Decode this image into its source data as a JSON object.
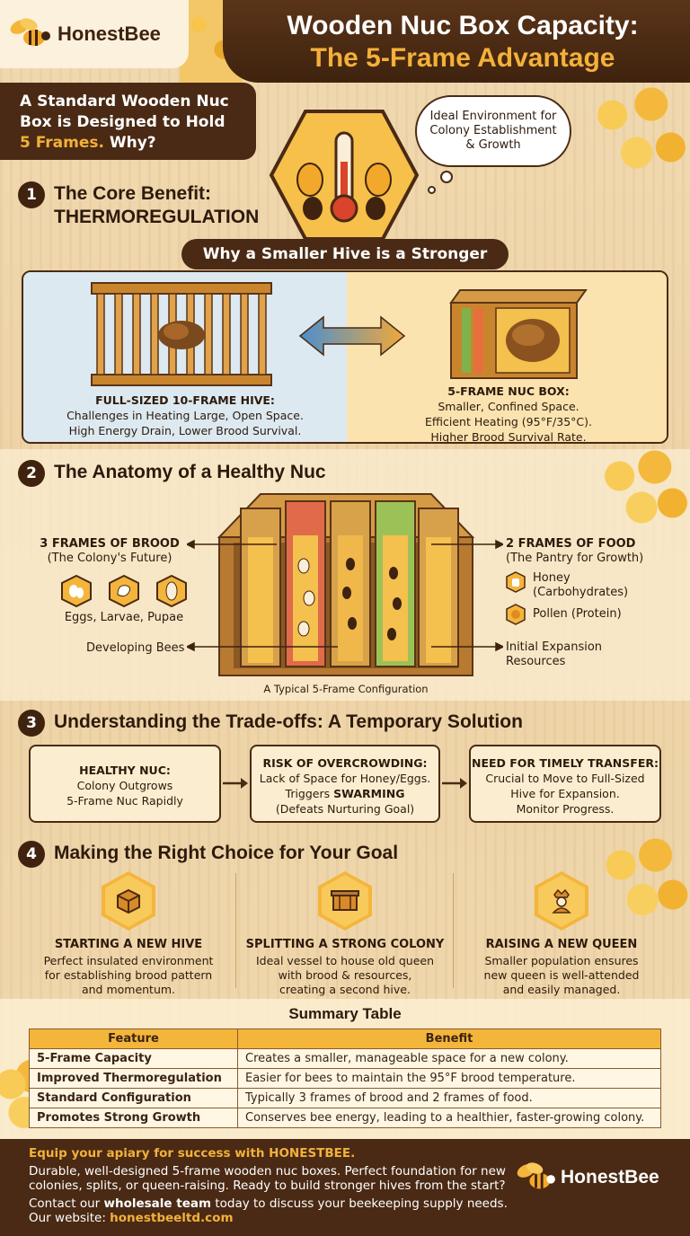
{
  "brand": {
    "name": "HonestBee"
  },
  "header": {
    "title_line1": "Wooden Nuc Box Capacity:",
    "title_line2": "The 5-Frame Advantage"
  },
  "intro": {
    "line1": "A Standard Wooden Nuc",
    "line2": "Box is Designed to Hold",
    "accent": "5 Frames.",
    "tail": " Why?"
  },
  "thought": {
    "line1": "Ideal Environment for",
    "line2": "Colony Establishment",
    "line3": "& Growth"
  },
  "section1": {
    "number": "1",
    "title_line1": "The Core Benefit:",
    "title_line2": "THERMOREGULATION",
    "pill": "Why a Smaller Hive is a Stronger Start",
    "left": {
      "head": "FULL-SIZED 10-FRAME HIVE:",
      "line1": "Challenges in Heating Large, Open Space.",
      "line2": "High Energy Drain, Lower Brood Survival."
    },
    "right": {
      "head": "5-FRAME NUC BOX:",
      "line1": "Smaller, Confined Space.",
      "line2": "Efficient Heating (95°F/35°C).",
      "line3": "Higher Brood Survival Rate."
    }
  },
  "section2": {
    "number": "2",
    "title": "The Anatomy of a Healthy Nuc",
    "brood_head": "3 FRAMES OF BROOD",
    "brood_sub": "(The Colony's Future)",
    "brood_stages": "Eggs, Larvae, Pupae",
    "developing": "Developing Bees",
    "food_head": "2 FRAMES OF FOOD",
    "food_sub": "(The Pantry for Growth)",
    "honey_line1": "Honey",
    "honey_line2": "(Carbohydrates)",
    "pollen": "Pollen (Protein)",
    "expansion_line1": "Initial Expansion",
    "expansion_line2": "Resources",
    "caption": "A Typical 5-Frame Configuration"
  },
  "section3": {
    "number": "3",
    "title": "Understanding the Trade-offs: A Temporary Solution",
    "box1": {
      "head": "HEALTHY NUC:",
      "line1": "Colony Outgrows",
      "line2": "5-Frame Nuc Rapidly"
    },
    "box2": {
      "head": "RISK OF OVERCROWDING:",
      "line1": "Lack of Space for Honey/Eggs.",
      "line2a": "Triggers ",
      "line2b": "SWARMING",
      "line3": "(Defeats Nurturing Goal)"
    },
    "box3": {
      "head": "NEED FOR TIMELY TRANSFER:",
      "line1": "Crucial to Move to Full-Sized",
      "line2": "Hive for Expansion.",
      "line3": "Monitor Progress."
    }
  },
  "section4": {
    "number": "4",
    "title": "Making the Right Choice for Your Goal",
    "col1": {
      "icon": "box-icon",
      "head": "STARTING A NEW HIVE",
      "line1": "Perfect insulated environment",
      "line2": "for establishing brood pattern",
      "line3": "and momentum."
    },
    "col2": {
      "icon": "nuc-box-icon",
      "head": "SPLITTING A STRONG COLONY",
      "line1": "Ideal vessel to house old queen",
      "line2": "with brood & resources,",
      "line3": "creating a second hive."
    },
    "col3": {
      "icon": "queen-icon",
      "head": "RAISING A NEW QUEEN",
      "line1": "Smaller population ensures",
      "line2": "new queen is well-attended",
      "line3": "and easily managed."
    }
  },
  "summary": {
    "title": "Summary Table",
    "headers": [
      "Feature",
      "Benefit"
    ],
    "rows": [
      [
        "5-Frame Capacity",
        "Creates a smaller, manageable space for a new colony."
      ],
      [
        "Improved Thermoregulation",
        "Easier for bees to maintain the 95°F brood temperature."
      ],
      [
        "Standard Configuration",
        "Typically 3 frames of brood and 2 frames of food."
      ],
      [
        "Promotes Strong Growth",
        "Conserves bee energy, leading to a healthier, faster-growing colony."
      ]
    ]
  },
  "footer": {
    "headline": "Equip your apiary for success with HONESTBEE.",
    "line1": "Durable, well-designed 5-frame wooden nuc boxes. Perfect foundation for new",
    "line2": "colonies, splits, or queen-raising. Ready to build stronger hives from the start?",
    "contact_a": "Contact our ",
    "contact_b": "wholesale team",
    "contact_c": " today to discuss your beekeeping supply needs.",
    "website_label": "Our website: ",
    "website": "honestbeeltd.com"
  },
  "colors": {
    "brown": "#4a2a14",
    "honey": "#f3b13a",
    "cream": "#fbeed0",
    "blue": "#dce9f1"
  }
}
